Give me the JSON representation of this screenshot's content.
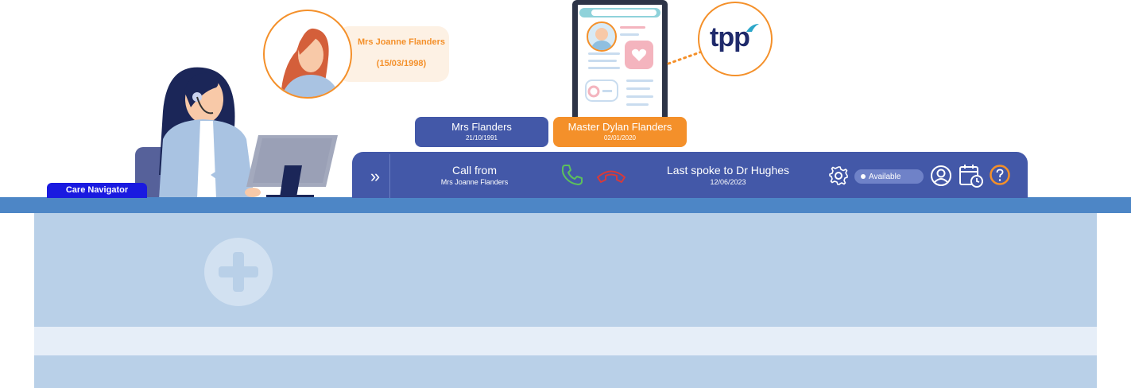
{
  "caller_card": {
    "name": "Mrs Joanne Flanders",
    "dob": "(15/03/1998)"
  },
  "logo": {
    "text": "tpp",
    "brand_color": "#1f2a6b"
  },
  "patient_tabs": [
    {
      "name": "Mrs Flanders",
      "dob": "21/10/1991",
      "color": "#4358a8"
    },
    {
      "name": "Master Dylan Flanders",
      "dob": "02/01/2020",
      "color": "#f4902a"
    }
  ],
  "call_bar": {
    "expand_icon": "chevron-double-right-icon",
    "call_label": "Call from",
    "caller": "Mrs Joanne Flanders",
    "answer_icon": "phone-answer-icon",
    "decline_icon": "phone-hangup-icon",
    "last_spoke_label": "Last spoke to Dr Hughes",
    "last_spoke_date": "12/06/2023",
    "settings_icon": "gear-icon",
    "status": "Available",
    "profile_icon": "user-icon",
    "schedule_icon": "calendar-clock-icon",
    "help_icon": "help-icon"
  },
  "role_badge": "Care Navigator",
  "colors": {
    "accent": "#f4902a",
    "bar": "#4358a8",
    "desk": "#4d86c6",
    "answer": "#5cc05c",
    "decline": "#d83a3a"
  }
}
